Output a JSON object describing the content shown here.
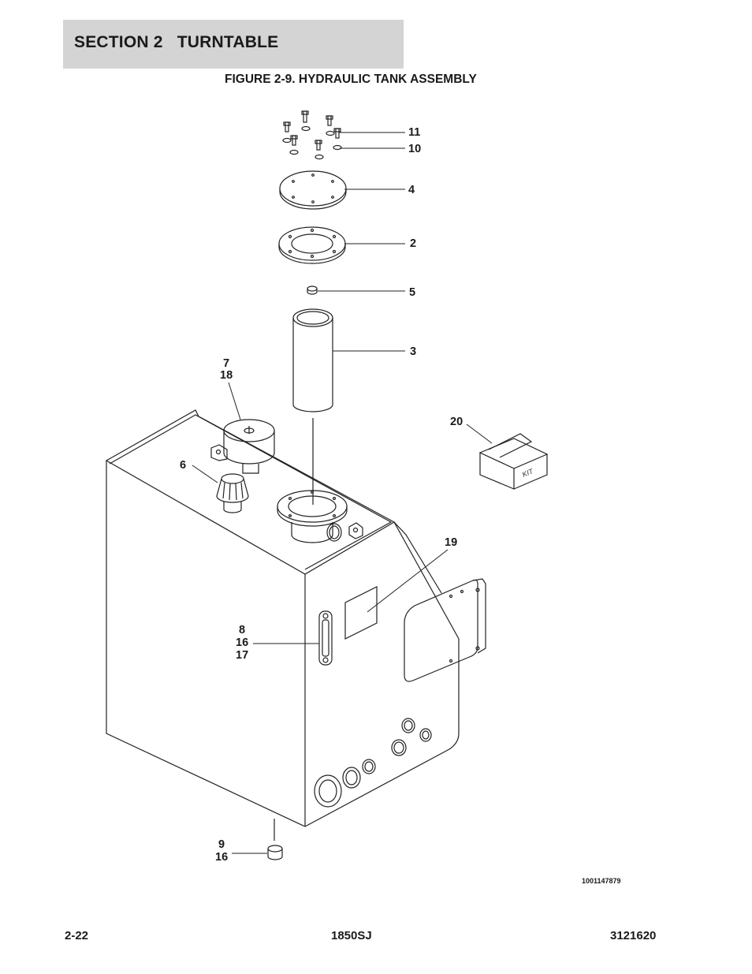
{
  "header": {
    "section_title": "SECTION 2   TURNTABLE"
  },
  "figure": {
    "title": "FIGURE 2-9. HYDRAULIC TANK ASSEMBLY",
    "drawing_number": "1001147879",
    "kit_label": "KIT",
    "callouts": {
      "c11": "11",
      "c10": "10",
      "c4": "4",
      "c2": "2",
      "c5": "5",
      "c3": "3",
      "c7": "7",
      "c18": "18",
      "c20": "20",
      "c6": "6",
      "c19": "19",
      "c8": "8",
      "c16a": "16",
      "c17": "17",
      "c9": "9",
      "c16b": "16"
    }
  },
  "footer": {
    "page_number": "2-22",
    "model": "1850SJ",
    "manual_number": "3121620"
  }
}
